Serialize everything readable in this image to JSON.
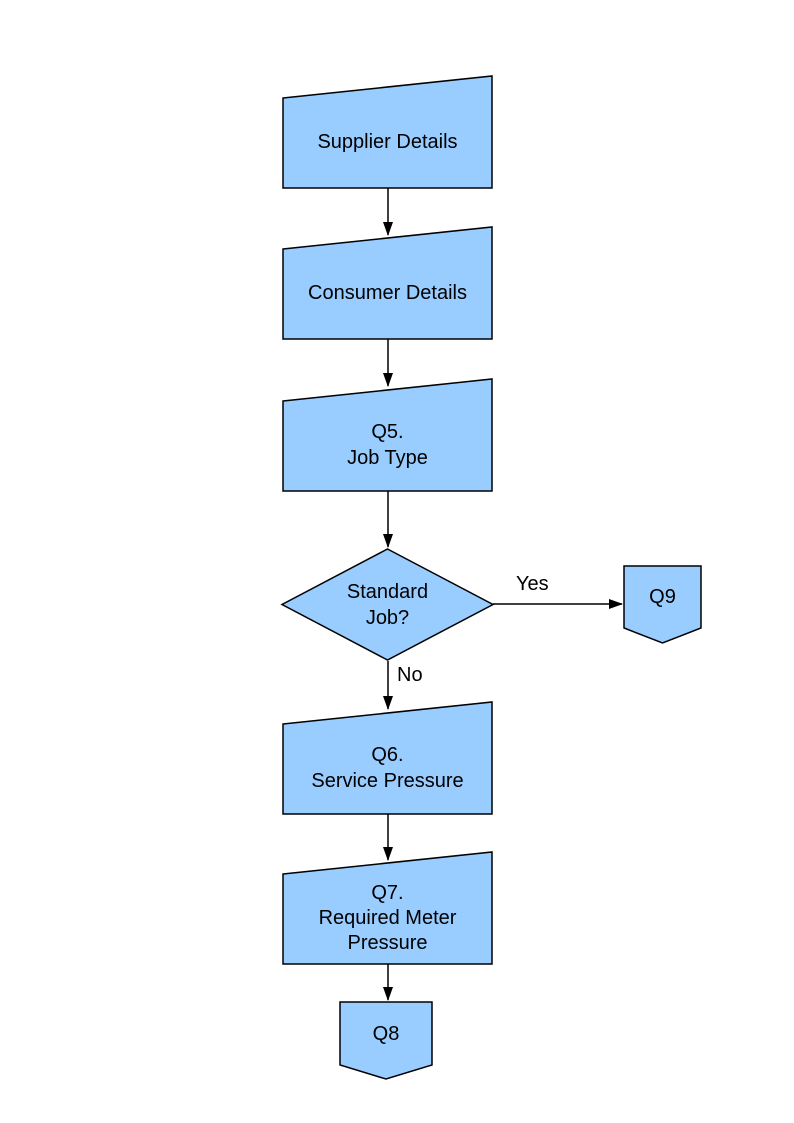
{
  "page": {
    "background_color": "#FFFFFF"
  },
  "diagram": {
    "shape_fill": "#99CCFF",
    "shape_stroke": "#000000",
    "nodes": {
      "supplier": {
        "type": "manual-input",
        "label": "Supplier Details"
      },
      "consumer": {
        "type": "manual-input",
        "label": "Consumer Details"
      },
      "q5": {
        "type": "manual-input",
        "line1": "Q5.",
        "line2": "Job Type"
      },
      "decision": {
        "type": "decision",
        "line1": "Standard",
        "line2": "Job?"
      },
      "q9": {
        "type": "off-page-connector",
        "label": "Q9"
      },
      "q6": {
        "type": "manual-input",
        "line1": "Q6.",
        "line2": "Service Pressure"
      },
      "q7": {
        "type": "manual-input",
        "line1": "Q7.",
        "line2": "Required Meter",
        "line3": "Pressure"
      },
      "q8": {
        "type": "off-page-connector",
        "label": "Q8"
      }
    },
    "edge_labels": {
      "yes": "Yes",
      "no": "No"
    }
  }
}
